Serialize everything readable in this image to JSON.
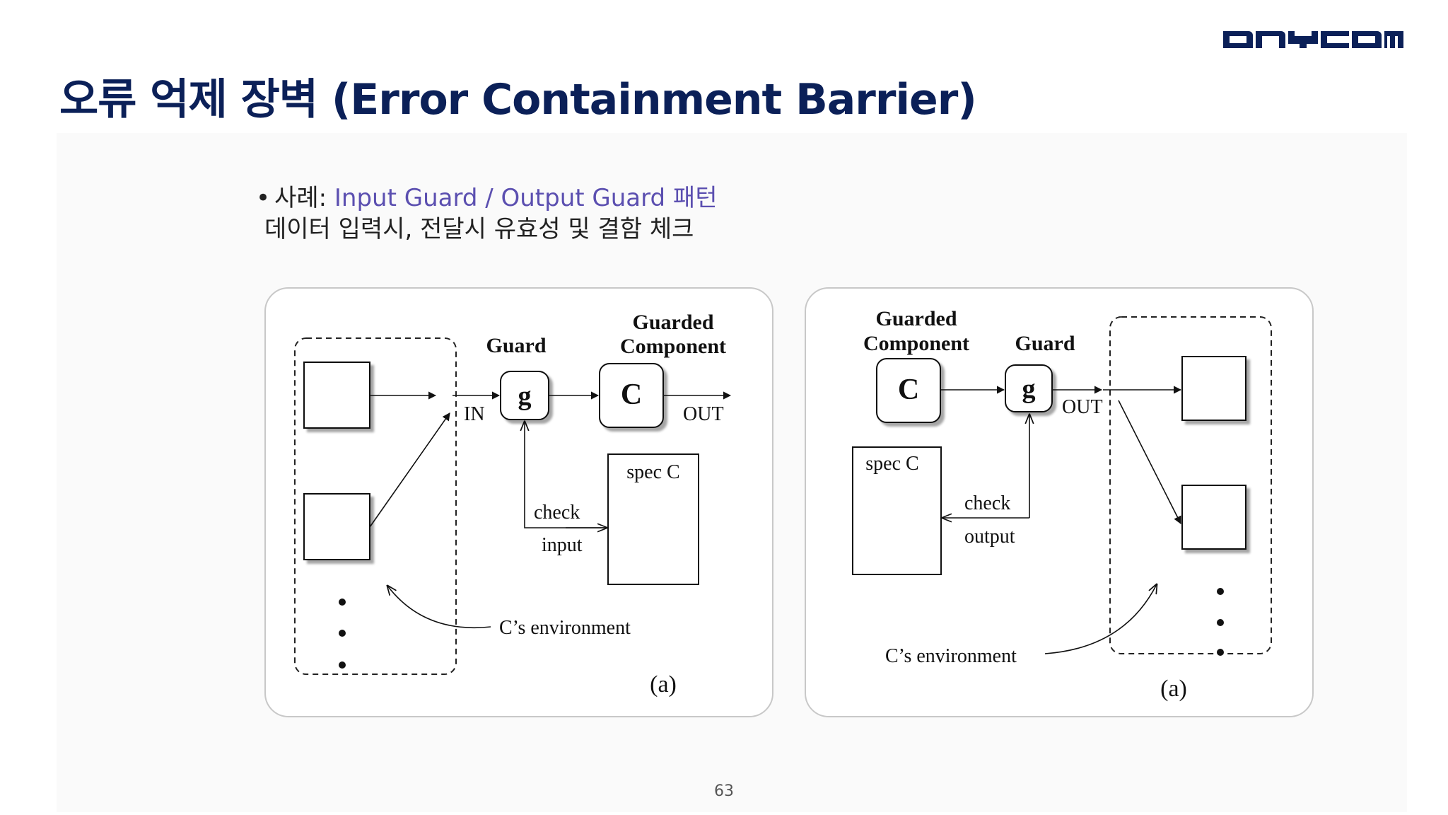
{
  "brand": {
    "logo_text": "ONYCOM",
    "logo_color": "#0b2058"
  },
  "slide": {
    "title": "오류 억제 장벽 (Error Containment Barrier)",
    "bullet_prefix": "사례: ",
    "bullet_highlight": "Input Guard / Output Guard 패턴",
    "sub_text": "데이터 입력시,  전달시  유효성 및 결함 체크",
    "page_number": "63",
    "colors": {
      "title": "#0b2058",
      "accent": "#5b4fb0"
    }
  },
  "diagram_left": {
    "guard_label": "Guard",
    "guarded_line1": "Guarded",
    "guarded_line2": "Component",
    "g_box": "g",
    "c_box": "C",
    "in_label": "IN",
    "out_label": "OUT",
    "spec_label": "spec C",
    "check_label": "check",
    "io_label": "input",
    "env_label": "C’s environment",
    "caption": "(a)"
  },
  "diagram_right": {
    "guarded_line1": "Guarded",
    "guarded_line2": "Component",
    "guard_label": "Guard",
    "c_box": "C",
    "g_box": "g",
    "out_label": "OUT",
    "spec_label": "spec C",
    "check_label": "check",
    "io_label": "output",
    "env_label": "C’s environment",
    "caption": "(a)"
  }
}
